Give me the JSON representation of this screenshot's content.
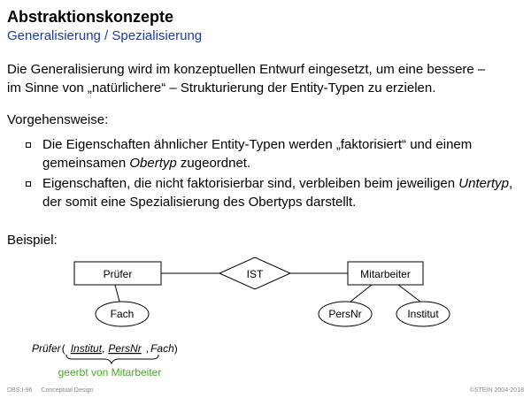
{
  "slide": {
    "title": "Abstraktionskonzepte",
    "subtitle": "Generalisierung / Spezialisierung",
    "intro_line1": "Die Generalisierung wird im konzeptuellen Entwurf eingesetzt, um eine bessere –",
    "intro_line2": "im Sinne von „natürlichere“ – Strukturierung der Entity-Typen zu erzielen.",
    "procedure_heading": "Vorgehensweise:",
    "bullets": [
      {
        "before": "Die Eigenschaften ähnlicher Entity-Typen werden „faktorisiert“ und einem gemeinsamen ",
        "term": "Obertyp",
        "after": " zugeordnet."
      },
      {
        "before": "Eigenschaften, die nicht faktorisierbar sind, verbleiben beim jeweiligen ",
        "term": "Untertyp",
        "after": ", der somit eine Spezialisierung des Obertyps darstellt."
      }
    ],
    "example_label": "Beispiel:"
  },
  "diagram": {
    "entity_left": "Prüfer",
    "relationship": "IST",
    "entity_right": "Mitarbeiter",
    "attr_fach": "Fach",
    "attr_persnr": "PersNr",
    "attr_institut": "Institut"
  },
  "schema": {
    "name": "Prüfer",
    "open": "(",
    "attr1": "Institut",
    "sep1": ",",
    "attr2": "PersNr",
    "sep2": ",",
    "attr3": "Fach",
    "close": ")",
    "inherited_note": "geerbt von Mitarbeiter"
  },
  "footer": {
    "course": "DBS:I-96",
    "topic": "Conceptual Design",
    "copyright": "©STEIN 2004-2018"
  },
  "colors": {
    "subtitle": "#1f3d99",
    "note": "#44aa22",
    "footer": "#888888"
  }
}
